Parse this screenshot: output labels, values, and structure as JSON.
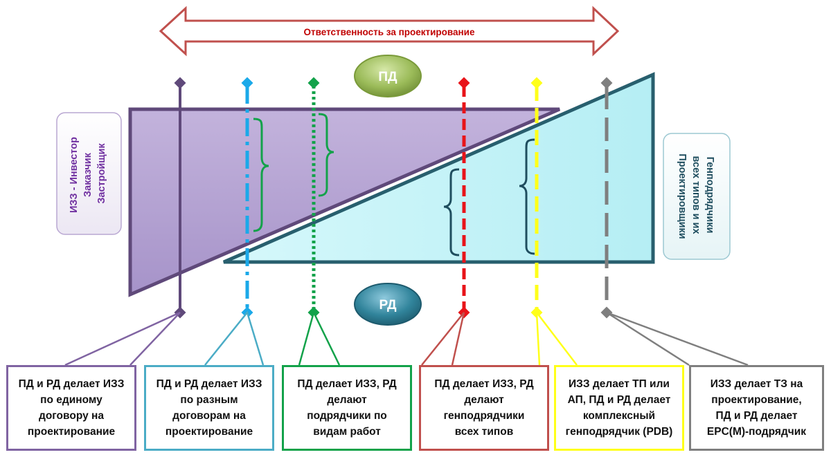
{
  "header": {
    "responsibility_label": "Ответственность за проектирование"
  },
  "ellipses": {
    "pd": "ПД",
    "rd": "РД"
  },
  "side_labels": {
    "left": "ИЗЗ - Инвестор\nЗаказчик\nЗастройщик",
    "right": "Генподрядчики\nвсех типов и их\nПроектировщики"
  },
  "colors": {
    "arrow": "#c0504d",
    "purple": "#5f497a",
    "blue": "#1ba9e9",
    "green": "#13a24a",
    "red": "#e8141a",
    "yellow": "#ffff1a",
    "gray": "#7f7f7f",
    "teal_dark": "#1f4e5f"
  },
  "boxes": [
    {
      "text": "ПД и РД делает ИЗЗ\nпо единому\nдоговору на\nпроектирование",
      "color": "purple"
    },
    {
      "text": "ПД и РД делает ИЗЗ\nпо разным\nдоговорам на\nпроектирование",
      "color": "blue"
    },
    {
      "text": "ПД делает ИЗЗ, РД\nделают\nподрядчики по\nвидам работ",
      "color": "green"
    },
    {
      "text": "ПД делает ИЗЗ, РД\nделают\nгенподрядчики\nвсех типов",
      "color": "red"
    },
    {
      "text": "ИЗЗ делает ТП или\nАП, ПД и РД делает\nкомплексный\nгенподрядчик (PDB)",
      "color": "yellow"
    },
    {
      "text": "ИЗЗ делает ТЗ на\nпроектирование,\nПД и РД делает\nEPC(M)-подрядчик",
      "color": "gray"
    }
  ]
}
